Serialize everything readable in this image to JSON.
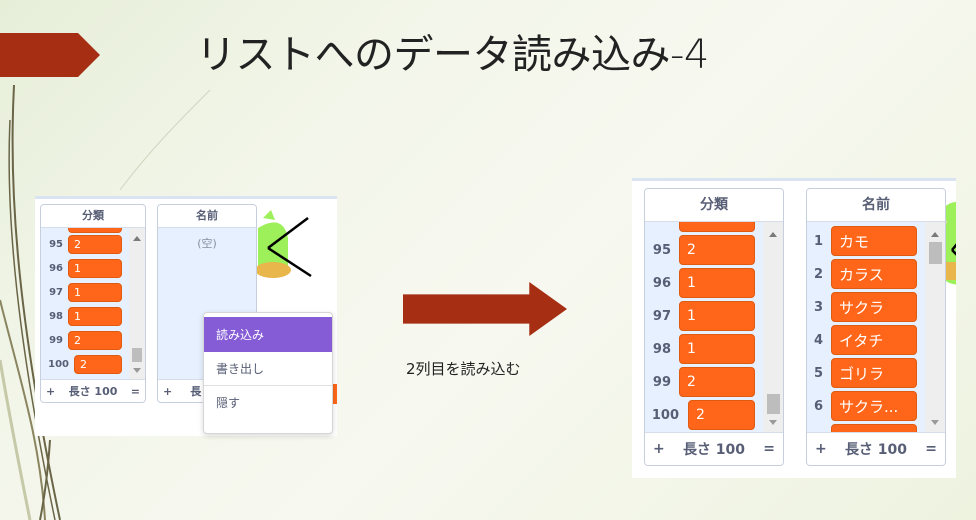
{
  "slide": {
    "title": "リストへのデータ読み込み-4",
    "accent_color": "#a52e13",
    "arrow_caption": "2列目を読み込む"
  },
  "before": {
    "list_category": {
      "header": "分類",
      "rows": [
        {
          "index": "95",
          "value": "2"
        },
        {
          "index": "96",
          "value": "1"
        },
        {
          "index": "97",
          "value": "1"
        },
        {
          "index": "98",
          "value": "1"
        },
        {
          "index": "99",
          "value": "2"
        },
        {
          "index": "100",
          "value": "2"
        }
      ],
      "footer": {
        "add": "+",
        "length": "長さ 100",
        "resize": "="
      }
    },
    "list_name": {
      "header": "名前",
      "empty_text": "(空)",
      "footer": {
        "add": "+",
        "length": "長",
        "resize": "="
      }
    },
    "context_menu": {
      "items": [
        {
          "label": "読み込み",
          "active": true
        },
        {
          "label": "書き出し",
          "active": false
        },
        {
          "label": "隠す",
          "active": false
        }
      ],
      "active_color": "#855cd6"
    }
  },
  "after": {
    "list_category": {
      "header": "分類",
      "rows": [
        {
          "index": "95",
          "value": "2"
        },
        {
          "index": "96",
          "value": "1"
        },
        {
          "index": "97",
          "value": "1"
        },
        {
          "index": "98",
          "value": "1"
        },
        {
          "index": "99",
          "value": "2"
        },
        {
          "index": "100",
          "value": "2"
        }
      ],
      "footer": {
        "add": "+",
        "length": "長さ 100",
        "resize": "="
      }
    },
    "list_name": {
      "header": "名前",
      "rows": [
        {
          "index": "1",
          "value": "カモ"
        },
        {
          "index": "2",
          "value": "カラス"
        },
        {
          "index": "3",
          "value": "サクラ"
        },
        {
          "index": "4",
          "value": "イタチ"
        },
        {
          "index": "5",
          "value": "ゴリラ"
        },
        {
          "index": "6",
          "value": "サクラ..."
        }
      ],
      "footer": {
        "add": "+",
        "length": "長さ 100",
        "resize": "="
      }
    }
  },
  "colors": {
    "list_item": "#ff6619",
    "list_bg": "#e6f0ff",
    "text_muted": "#575e75"
  }
}
